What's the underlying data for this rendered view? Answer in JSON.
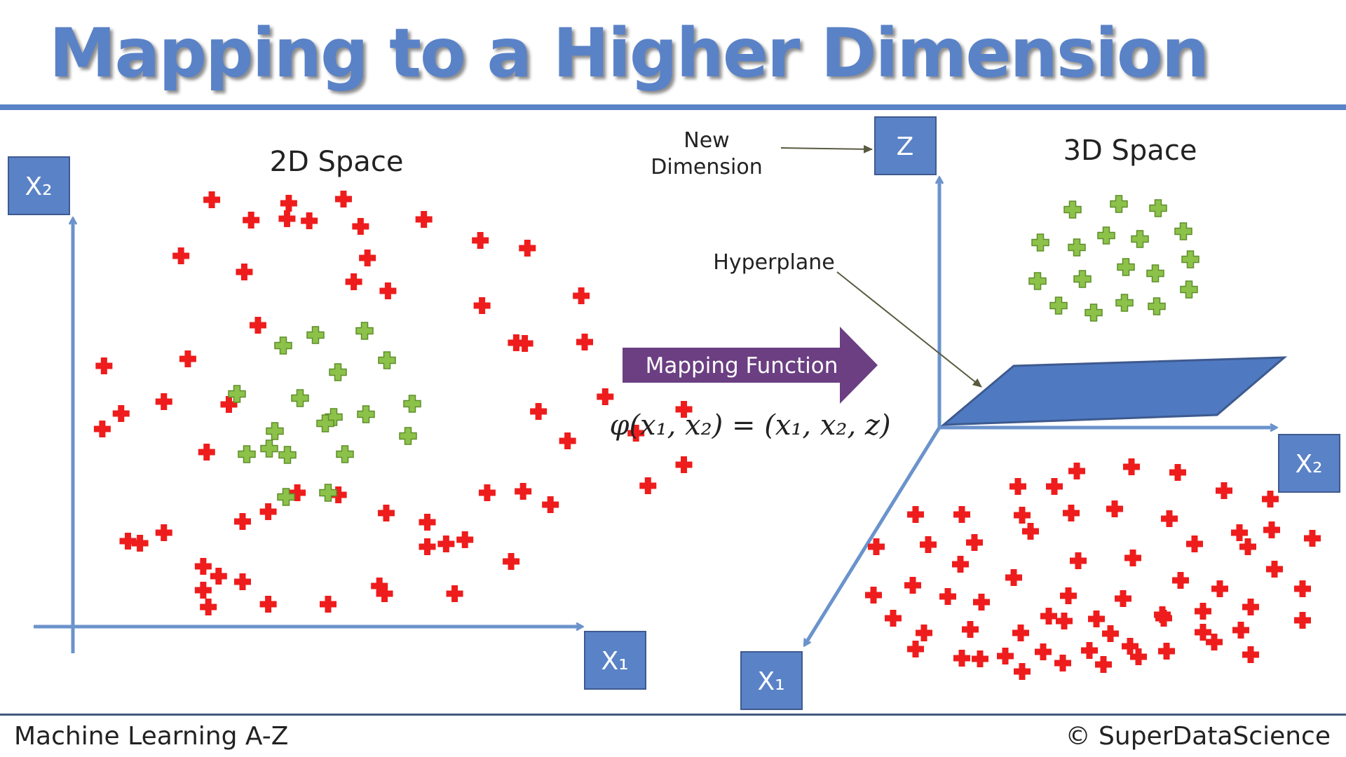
{
  "title": "Mapping to a Higher Dimension",
  "panel_2d": {
    "heading": "2D Space",
    "axis_x_label": "X₁",
    "axis_y_label": "X₂"
  },
  "panel_3d": {
    "heading": "3D Space",
    "axis_z_label": "Z",
    "axis_x1_label": "X₁",
    "axis_x2_label": "X₂",
    "new_dimension_line1": "New",
    "new_dimension_line2": "Dimension",
    "hyperplane_label": "Hyperplane"
  },
  "mapping": {
    "arrow_label": "Mapping Function",
    "formula": "φ(x₁, x₂) = (x₁, x₂, z)"
  },
  "footer": {
    "left": "Machine Learning A-Z",
    "right": "© SuperDataScience"
  },
  "colors": {
    "accent_blue": "#5a82c7",
    "axis_blue": "#6b93cc",
    "red_marker": "#ee1c1c",
    "green_marker": "#8cc24a",
    "arrow_purple": "#6b3f82",
    "plane_blue": "#4f7ac1"
  },
  "icons": {
    "red_point": "red-plus-icon",
    "green_point": "green-plus-icon"
  }
}
